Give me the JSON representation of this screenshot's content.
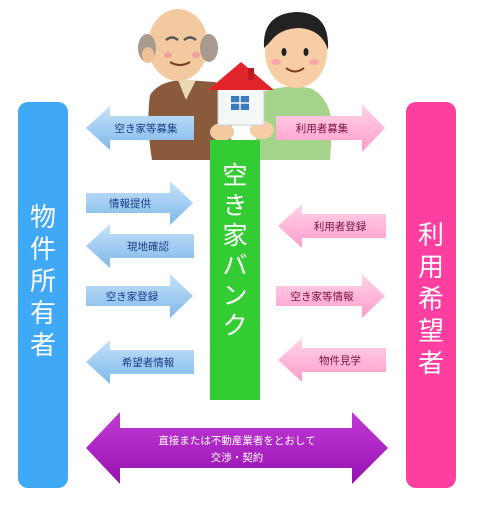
{
  "title_chars": [
    "空",
    "き",
    "家",
    "バ",
    "ン",
    "ク"
  ],
  "left_chars": [
    "物",
    "件",
    "所",
    "有",
    "者"
  ],
  "right_chars": [
    "利",
    "用",
    "希",
    "望",
    "者"
  ],
  "arrows": {
    "vacancy_recruit": "空き家等募集",
    "user_recruit": "利用者募集",
    "info_provide": "情報提供",
    "site_check": "現地確認",
    "vacancy_register": "空き家登録",
    "wish_info": "希望者情報",
    "user_register": "利用者登録",
    "vacancy_info": "空き家等情報",
    "property_view": "物件見学"
  },
  "bottom": {
    "line1": "直接または不動産業者をとおして",
    "line2": "交渉・契約"
  },
  "colors": {
    "left_bar": "#3fa9f5",
    "center_bar": "#33cc33",
    "right_bar": "#ff3fa0",
    "blue_arrow": "#9ccaf0",
    "pink_arrow": "#ffb8d8",
    "bottom_arrow": "#b020c8"
  }
}
